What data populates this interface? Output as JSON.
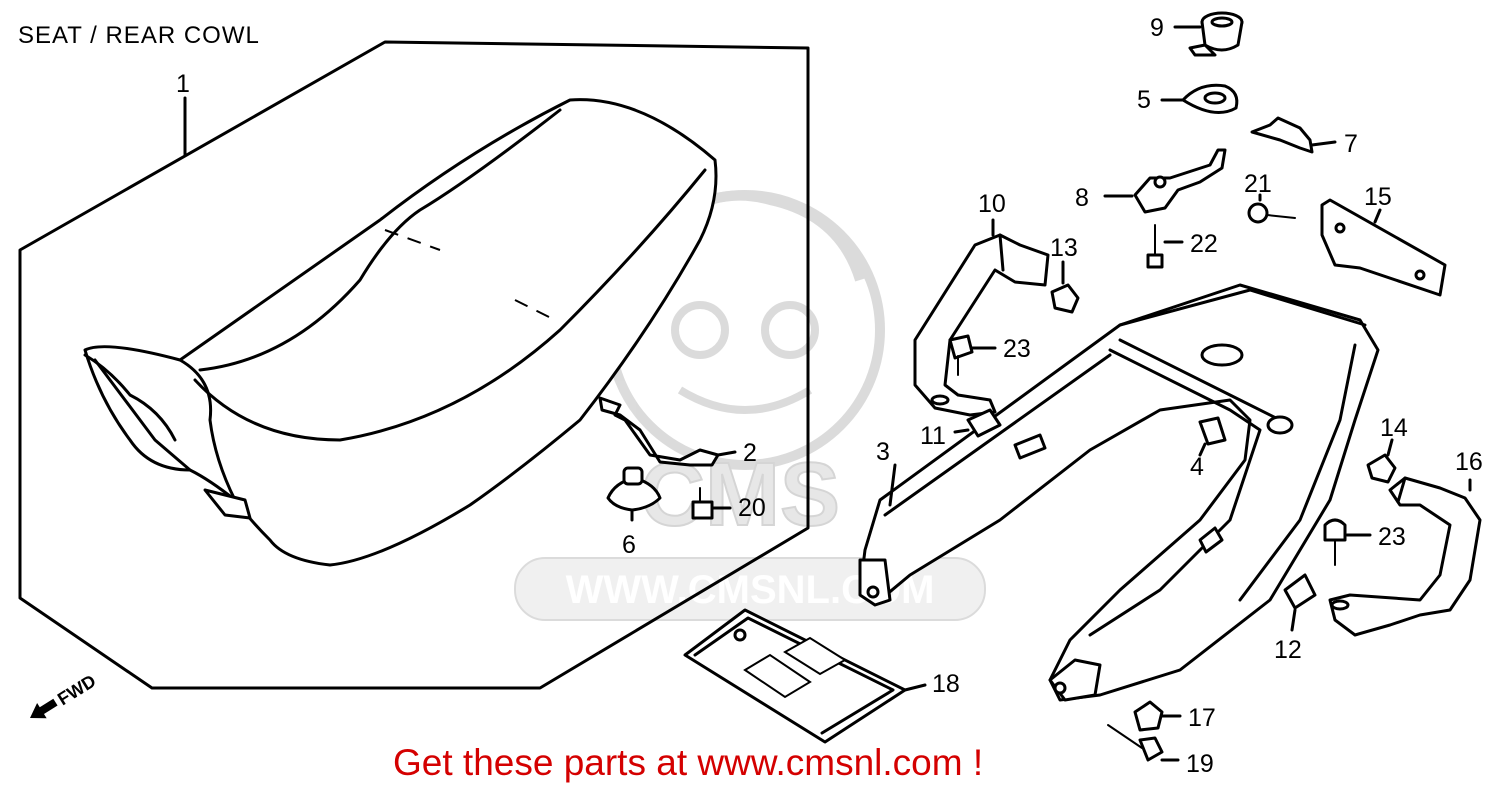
{
  "diagram": {
    "title": "SEAT / REAR COWL",
    "watermark_text": "WWW.CMSNL.COM",
    "watermark_logo": "CMS",
    "direction_label": "FWD",
    "promo_text": "Get these parts at www.cmsnl.com !",
    "colors": {
      "line": "#000000",
      "promo": "#d40000",
      "watermark": "#bdbdbd"
    },
    "callouts": {
      "c1": "1",
      "c2": "2",
      "c3": "3",
      "c4": "4",
      "c5": "5",
      "c6": "6",
      "c7": "7",
      "c8": "8",
      "c9": "9",
      "c10": "10",
      "c11": "11",
      "c12": "12",
      "c13": "13",
      "c14": "14",
      "c15": "15",
      "c16": "16",
      "c17": "17",
      "c18": "18",
      "c19": "19",
      "c20": "20",
      "c21": "21",
      "c22": "22",
      "c23a": "23",
      "c23b": "23"
    }
  }
}
